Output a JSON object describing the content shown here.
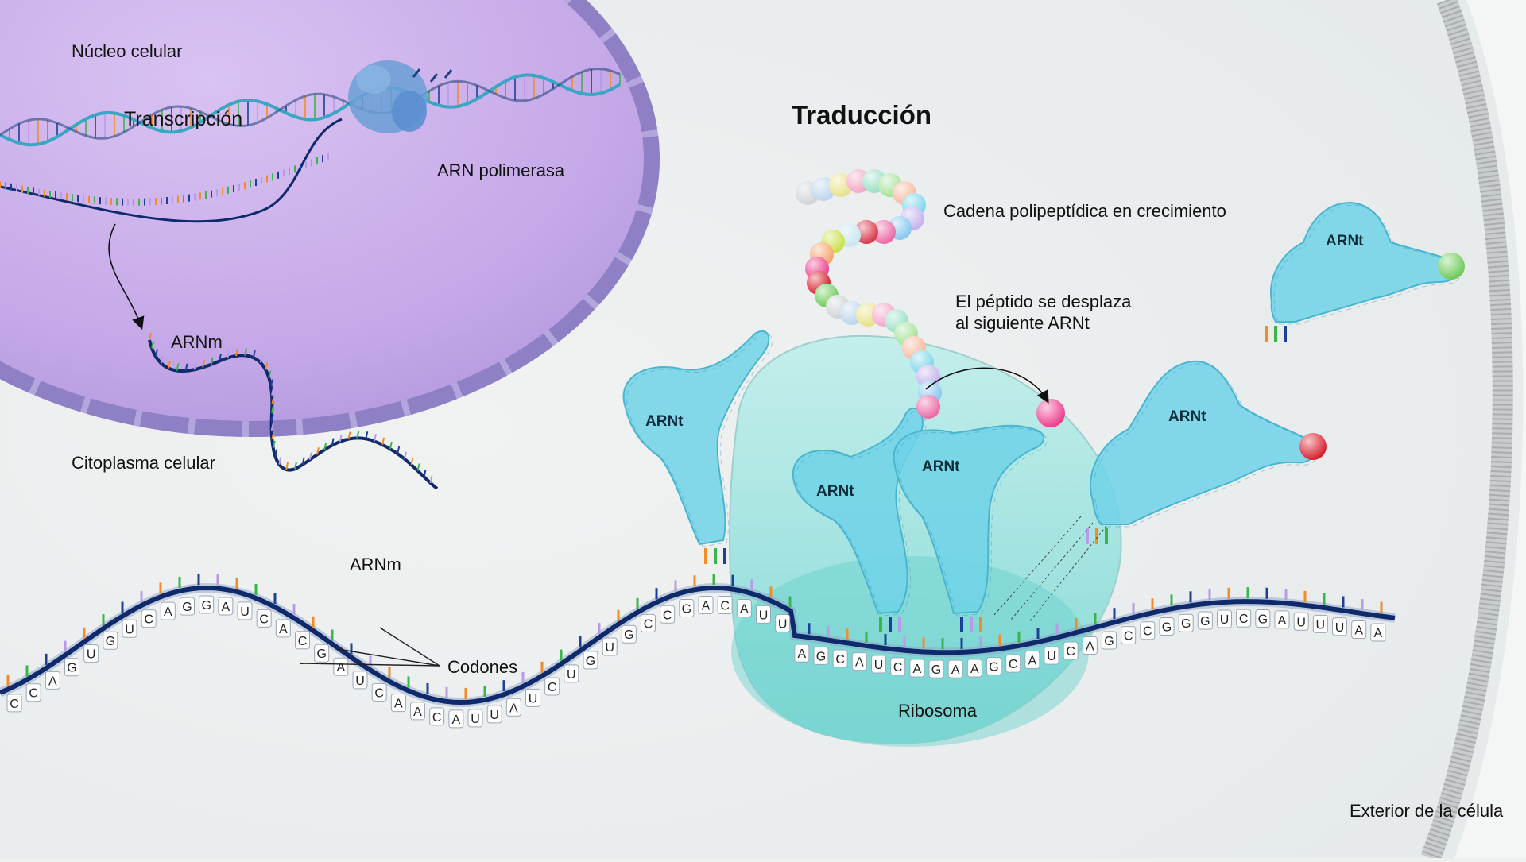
{
  "labels": {
    "nucleus": "Núcleo celular",
    "transcription": "Transcripción",
    "polymerase": "ARN polimerasa",
    "mrna_top": "ARNm",
    "cytoplasm": "Citoplasma celular",
    "translation": "Traducción",
    "growing_chain": "Cadena polipeptídica en crecimiento",
    "peptide_moves_1": "El péptido se desplaza",
    "peptide_moves_2": "al siguiente ARNt",
    "mrna_bottom": "ARNm",
    "codons": "Codones",
    "ribosome": "Ribosoma",
    "outside": "Exterior de la célula"
  },
  "trna_labels": [
    "ARNt",
    "ARNt",
    "ARNt",
    "ARNt",
    "ARNt"
  ],
  "mrna_letters": [
    "C",
    "C",
    "A",
    "G",
    "U",
    "G",
    "U",
    "C",
    "A",
    "G",
    "G",
    "A",
    "U",
    "C",
    "A",
    "C",
    "G",
    "A",
    "U",
    "C",
    "A",
    "A",
    "C",
    "A",
    "U",
    "U",
    "A",
    "U",
    "C",
    "U",
    "G",
    "U",
    "G",
    "C",
    "C",
    "G",
    "A",
    "C",
    "A",
    "U",
    "U",
    "A",
    "G",
    "C",
    "A",
    "U",
    "C",
    "A",
    "G",
    "A",
    "A",
    "G",
    "C",
    "A",
    "U",
    "C",
    "A",
    "G",
    "C",
    "C",
    "G",
    "G",
    "G",
    "U",
    "C",
    "G",
    "A",
    "U",
    "U",
    "U",
    "A",
    "A"
  ],
  "colors": {
    "background": "#eef0f0",
    "nucleus": "#c6a9e8",
    "nucleus_edge": "#9b8cc9",
    "dna_strand_a": "#3aa6c4",
    "dna_strand_b": "#1d3f7a",
    "mrna_strand": "#0f2a6b",
    "trna": "#6fd2e8",
    "ribosome": "#7fe0dc",
    "base_colors": [
      "#f28c28",
      "#3ab54a",
      "#1d3f9a",
      "#b79be8"
    ],
    "bead_colors": [
      "#cfd3d8",
      "#bcd5ee",
      "#e8e28a",
      "#f4a7c8",
      "#9be0c8",
      "#a6e39a",
      "#f7b9a0",
      "#7fd6e8",
      "#c5b2ef",
      "#88c9f0",
      "#ec6aa6",
      "#d63a4a",
      "#c8e6f2",
      "#c8e048",
      "#f8a46b",
      "#ee3f8e",
      "#d8202e",
      "#6ecb5a"
    ]
  }
}
